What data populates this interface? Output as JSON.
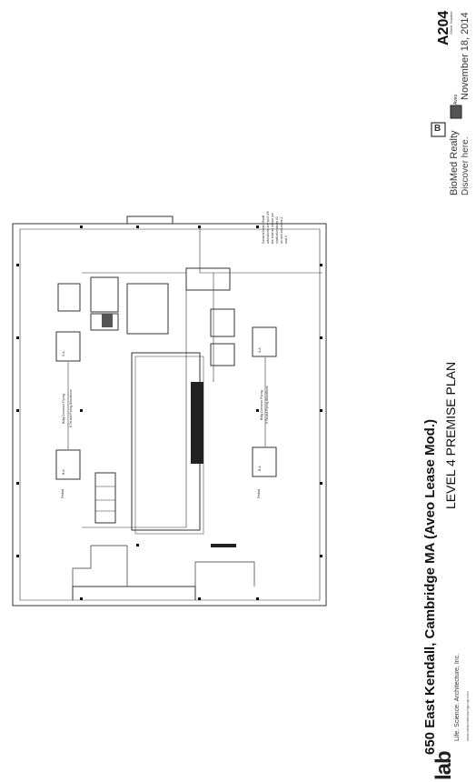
{
  "sheet": {
    "number": "A204",
    "number_caption": "Sheet Number",
    "date": "November 18, 2014"
  },
  "legend": {
    "label": "Aveo",
    "swatch_color": "#555555"
  },
  "brand": {
    "name": "BioMed Realty",
    "tagline": "Discover here.",
    "logo_glyph": "B"
  },
  "title": {
    "main": "650 East Kendall, Cambridge MA (Aveo Lease Mod.)",
    "sub": "LEVEL 4 PREMISE PLAN"
  },
  "general_note": {
    "lines": [
      "General Note: Shaft",
      "allocations are split 4/8",
      "the total as shown per",
      "shaft allocations #2",
      "as well as Levels 2",
      "and 3"
    ]
  },
  "plan_labels": {
    "bldg_common_piping": "Bldg Common Piping",
    "tenant_piping": "8 Tenant Piping Allocations",
    "retail_a": "Retail",
    "retail_b": "Retail",
    "shaft": "S.A.",
    "shaft_b": "B.A."
  },
  "firm": {
    "logo": "lab",
    "tagline": "Life. Science. Architecture, Inc.",
    "url": "www.labarchitecturegroup.com"
  }
}
